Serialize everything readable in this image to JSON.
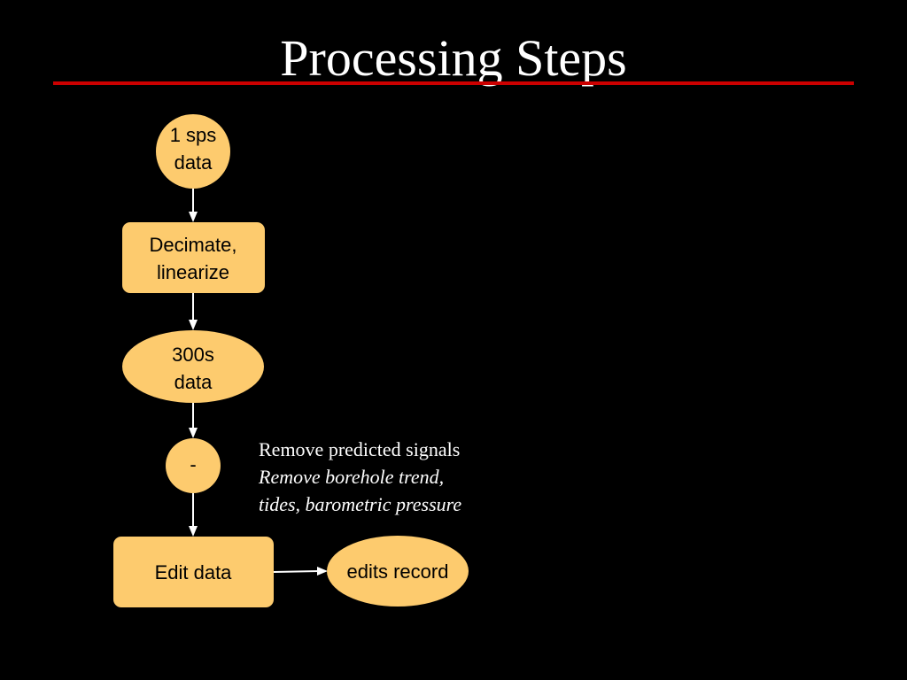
{
  "title": "Processing Steps",
  "colors": {
    "background": "#000000",
    "title_rule": "#cc0000",
    "node_fill": "#fdcb6e",
    "connector": "#ffffff"
  },
  "flow": {
    "nodes": {
      "raw_data": {
        "shape": "circle",
        "lines": [
          "1 sps",
          "data"
        ]
      },
      "decimate": {
        "shape": "rounded-rect",
        "lines": [
          "Decimate,",
          "linearize"
        ]
      },
      "data_300s": {
        "shape": "ellipse",
        "lines": [
          "300s",
          "data"
        ]
      },
      "subtract": {
        "shape": "circle",
        "lines": [
          "-"
        ]
      },
      "edit": {
        "shape": "rounded-rect",
        "lines": [
          "Edit data"
        ]
      },
      "edits_record": {
        "shape": "ellipse",
        "lines": [
          "edits record"
        ]
      }
    },
    "edges": [
      [
        "raw_data",
        "decimate"
      ],
      [
        "decimate",
        "data_300s"
      ],
      [
        "data_300s",
        "subtract"
      ],
      [
        "subtract",
        "edit"
      ],
      [
        "edit",
        "edits_record"
      ]
    ]
  },
  "note": {
    "heading": "Remove predicted signals",
    "detail_line1": "Remove borehole trend,",
    "detail_line2": "tides, barometric pressure"
  }
}
